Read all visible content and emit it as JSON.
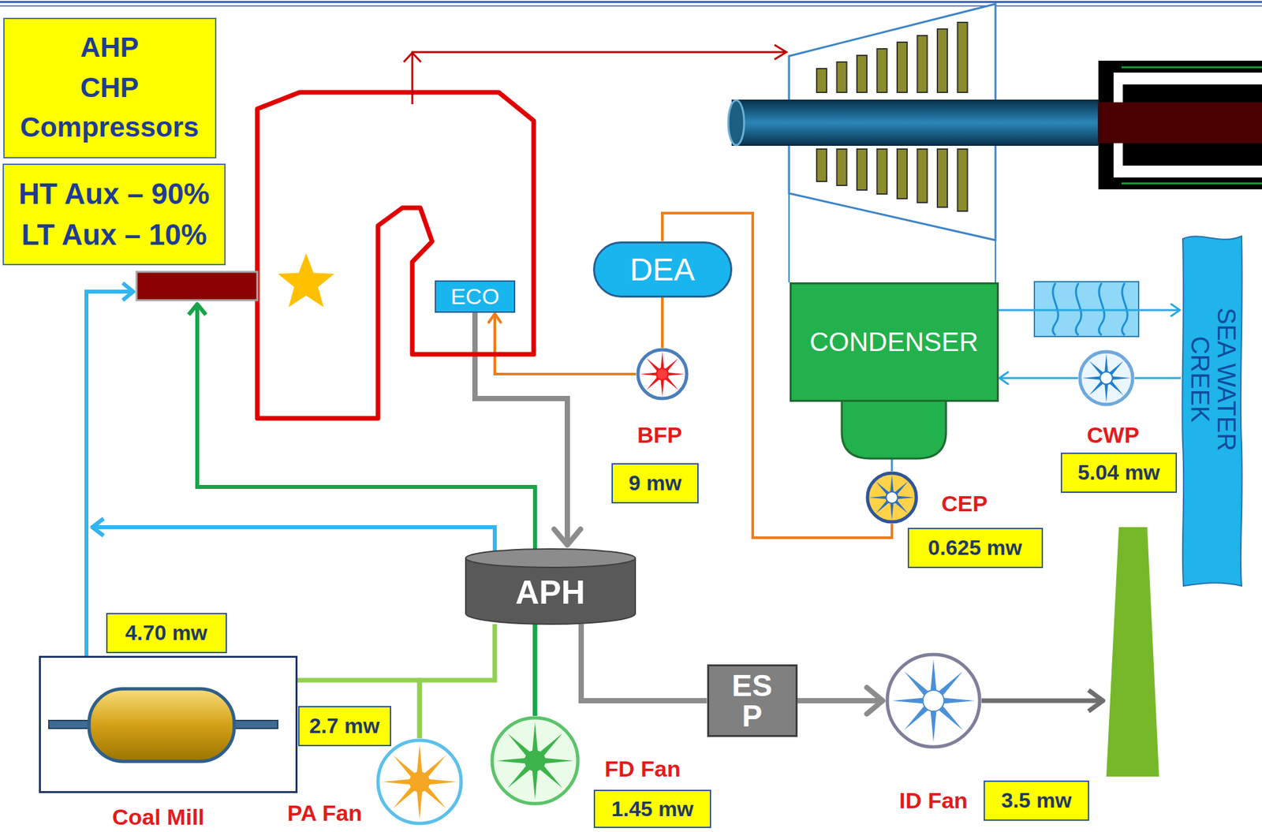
{
  "diagram": {
    "nodes": [
      {
        "text": [
          "AHP",
          "CHP",
          "Compressors"
        ]
      },
      {
        "text": [
          "HT Aux – 90%",
          "LT Aux – 10%"
        ]
      },
      {
        "text": [
          "DEA"
        ]
      },
      {
        "text": [
          "ECO"
        ]
      },
      {
        "text": [
          "CONDENSER"
        ]
      },
      {
        "text": [
          "SEA WATER CREEK"
        ]
      },
      {
        "text": [
          "BFP"
        ]
      },
      {
        "text": [
          "CWP"
        ]
      },
      {
        "text": [
          "9 mw"
        ]
      },
      {
        "text": [
          "5.04 mw"
        ]
      },
      {
        "text": [
          "CEP"
        ]
      },
      {
        "text": [
          "0.625 mw"
        ]
      },
      {
        "text": [
          "APH"
        ]
      },
      {
        "text": [
          "4.70 mw"
        ]
      },
      {
        "text": [
          "Coal Mill"
        ]
      },
      {
        "text": [
          "2.7 mw"
        ]
      },
      {
        "text": [
          "ES P"
        ]
      },
      {
        "text": [
          "ID Fan"
        ]
      },
      {
        "text": [
          "PA Fan"
        ]
      },
      {
        "text": [
          "FD Fan"
        ]
      },
      {
        "text": [
          "1.45 mw"
        ]
      },
      {
        "text": [
          "3.5 mw"
        ]
      }
    ],
    "edges": [
      {
        "from": 2,
        "to": 6,
        "arrow": "none"
      },
      {
        "from": 6,
        "to": 3,
        "arrow": "to"
      },
      {
        "from": 3,
        "to": 12,
        "arrow": "to"
      },
      {
        "from": 4,
        "to": 10,
        "arrow": "none"
      },
      {
        "from": 10,
        "to": 2,
        "arrow": "none"
      },
      {
        "from": 7,
        "to": 4,
        "arrow": "to"
      },
      {
        "from": 5,
        "to": 7,
        "arrow": "none"
      },
      {
        "from": 4,
        "to": 5,
        "arrow": "to"
      },
      {
        "from": 12,
        "to": 16,
        "arrow": "none"
      },
      {
        "from": 16,
        "to": 17,
        "arrow": "to"
      },
      {
        "from": 18,
        "to": 12,
        "arrow": "none"
      },
      {
        "from": 18,
        "to": 14,
        "arrow": "none"
      },
      {
        "from": 19,
        "to": 12,
        "arrow": "none"
      }
    ]
  }
}
